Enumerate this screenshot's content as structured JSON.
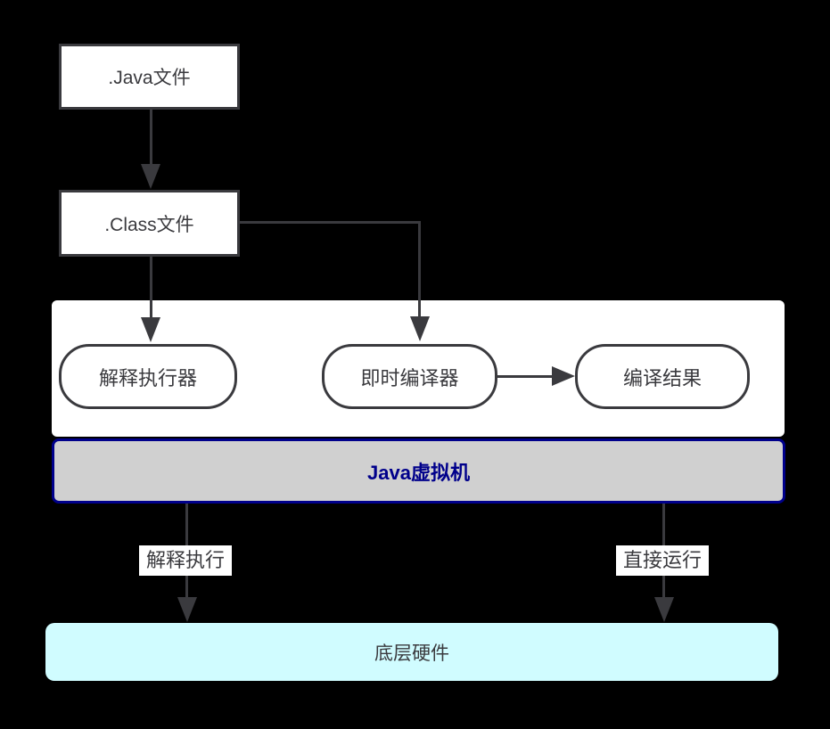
{
  "diagram": {
    "nodes": {
      "java_file": ".Java文件",
      "class_file": ".Class文件",
      "interpreter": "解释执行器",
      "jit_compiler": "即时编译器",
      "compile_result": "编译结果",
      "jvm": "Java虚拟机",
      "hardware": "底层硬件"
    },
    "edge_labels": {
      "interpret_exec": "解释执行",
      "direct_run": "直接运行"
    },
    "edges": [
      {
        "from": ".Java文件",
        "to": ".Class文件",
        "label": ""
      },
      {
        "from": ".Class文件",
        "to": "解释执行器",
        "label": ""
      },
      {
        "from": ".Class文件",
        "to": "即时编译器",
        "label": ""
      },
      {
        "from": "即时编译器",
        "to": "编译结果",
        "label": ""
      },
      {
        "from": "Java虚拟机",
        "to": "底层硬件",
        "label": "解释执行"
      },
      {
        "from": "Java虚拟机",
        "to": "底层硬件",
        "label": "直接运行"
      }
    ],
    "colors": {
      "background": "#000000",
      "stroke": "#3a3a3e",
      "node_fill": "#ffffff",
      "platform_fill": "#ffffff",
      "jvm_fill": "#d0d0d0",
      "jvm_border": "#00008b",
      "jvm_text": "#00008b",
      "hardware_fill": "#d0fcff",
      "text": "#3a3a3e"
    }
  }
}
